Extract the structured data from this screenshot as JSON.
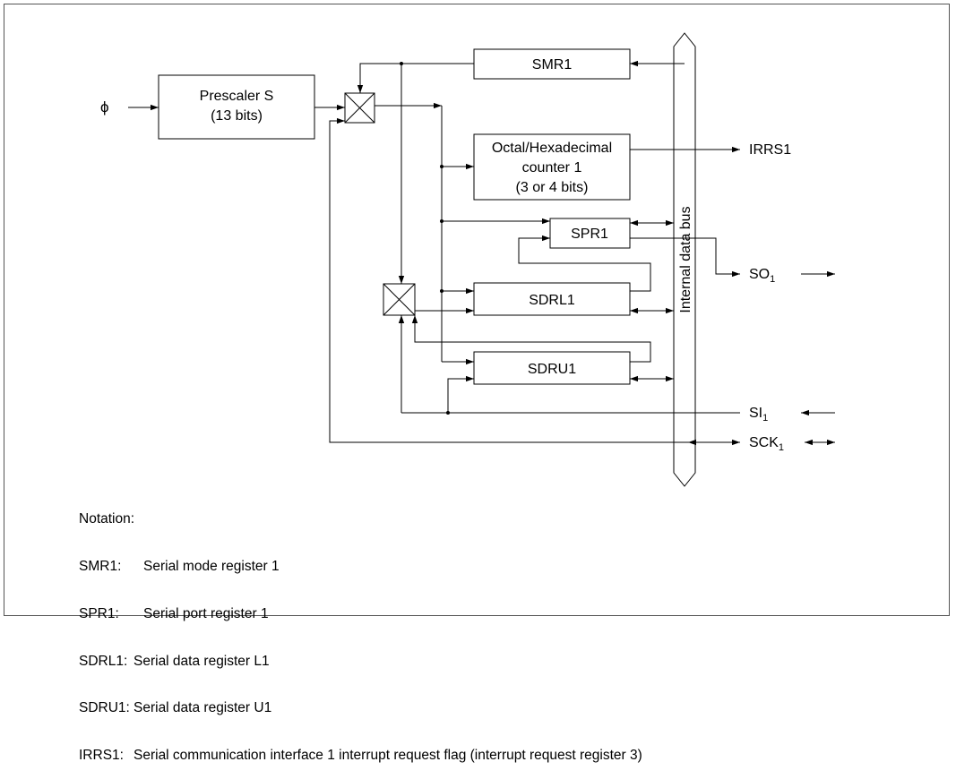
{
  "blocks": {
    "prescaler_l1": "Prescaler S",
    "prescaler_l2": "(13 bits)",
    "smr": "SMR1",
    "counter_l1": "Octal/Hexadecimal",
    "counter_l2": "counter 1",
    "counter_l3": "(3 or 4 bits)",
    "spr": "SPR1",
    "sdrl": "SDRL1",
    "sdru": "SDRU1",
    "bus": "Internal data bus"
  },
  "signals": {
    "phi": "ϕ",
    "irrs": "IRRS1",
    "so": "SO",
    "si": "SI",
    "sck": "SCK",
    "sub": "1"
  },
  "notation": {
    "heading": "Notation:",
    "items": [
      {
        "abbr": "SMR1:",
        "desc": "Serial mode register 1"
      },
      {
        "abbr": "SPR1:",
        "desc": "Serial port register 1"
      },
      {
        "abbr": "SDRL1:",
        "desc": "Serial data register L1"
      },
      {
        "abbr": "SDRU1:",
        "desc": "Serial data register U1"
      },
      {
        "abbr": "IRRS1:",
        "desc": "Serial communication interface 1 interrupt request flag (interrupt request register 3)"
      }
    ]
  }
}
